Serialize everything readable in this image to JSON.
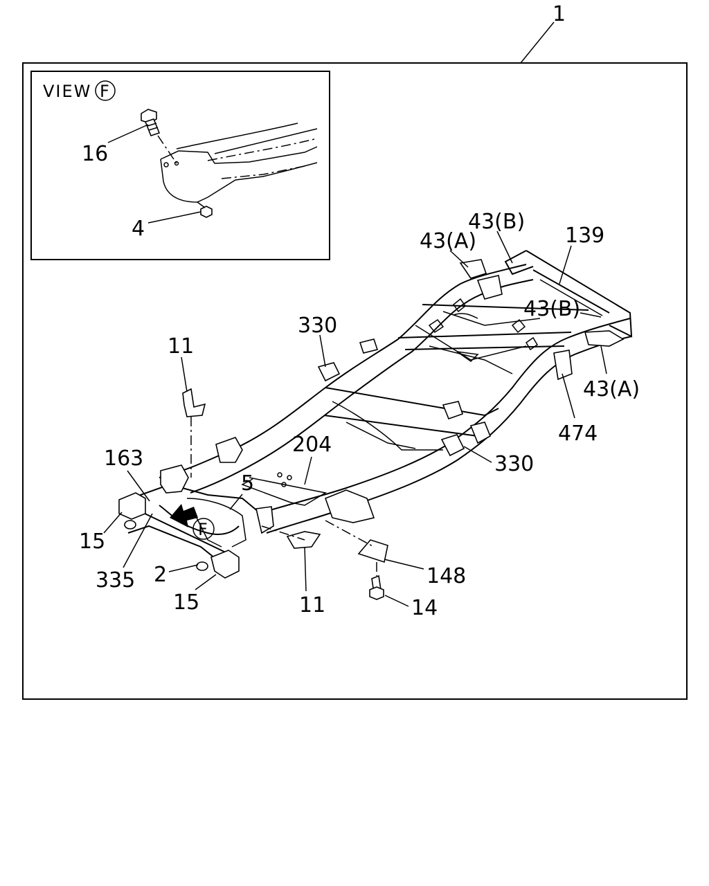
{
  "inset": {
    "view_word": "VIEW",
    "view_letter": "F",
    "labels": {
      "bolt": "16",
      "nut": "4"
    }
  },
  "assembly_label": "1",
  "callouts": {
    "c43a_left": "43(A)",
    "c43b_top": "43(B)",
    "c139": "139",
    "c43b_right": "43(B)",
    "c43a_right": "43(A)",
    "c474": "474",
    "c330_top": "330",
    "c330_right": "330",
    "c11_top": "11",
    "c163": "163",
    "c204": "204",
    "c5": "5",
    "c15_left": "15",
    "c335": "335",
    "c2": "2",
    "c15_bottom": "15",
    "c11_bottom": "11",
    "c148": "148",
    "c14": "14"
  },
  "view_marker": "F",
  "icons": [
    "arrow-icon",
    "bolt-icon",
    "nut-icon"
  ]
}
